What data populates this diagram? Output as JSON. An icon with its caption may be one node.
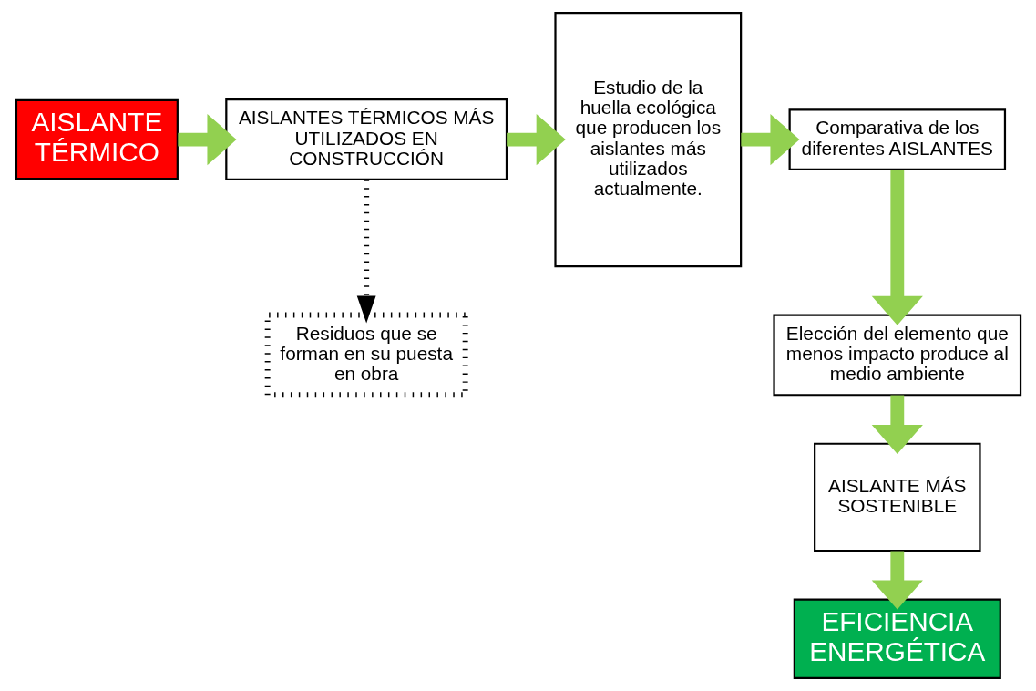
{
  "diagram": {
    "nodes": [
      {
        "text": [
          "AISLANTE TÉRMICO"
        ]
      },
      {
        "text": [
          "AISLANTES TÉRMICOS MÁS UTILIZADOS EN CONSTRUCCIÓN"
        ]
      },
      {
        "text": [
          "Residuos que se forman en su puesta en obra"
        ]
      },
      {
        "text": [
          "Estudio de la huella ecológica que producen los aislantes más utilizados actualmente."
        ]
      },
      {
        "text": [
          "Comparativa de los diferentes AISLANTES"
        ]
      },
      {
        "text": [
          "Elección del elemento que menos impacto produce al medio ambiente"
        ]
      },
      {
        "text": [
          "AISLANTE MÁS SOSTENIBLE"
        ]
      },
      {
        "text": [
          "EFICIENCIA ENERGÉTICA"
        ]
      }
    ],
    "edges": [
      {
        "from": 0,
        "to": 1,
        "arrow": "to"
      },
      {
        "from": 1,
        "to": 2,
        "arrow": "to",
        "style": "dashed",
        "color": "#000000"
      },
      {
        "from": 1,
        "to": 3,
        "arrow": "to"
      },
      {
        "from": 3,
        "to": 4,
        "arrow": "to"
      },
      {
        "from": 4,
        "to": 5,
        "arrow": "to"
      },
      {
        "from": 5,
        "to": 6,
        "arrow": "to"
      },
      {
        "from": 6,
        "to": 7,
        "arrow": "to"
      }
    ]
  }
}
